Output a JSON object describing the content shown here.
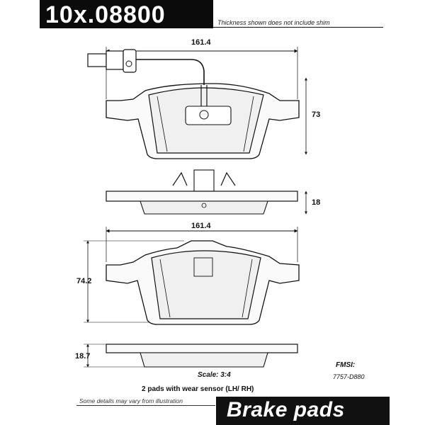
{
  "header": {
    "part_number": "10x.08800",
    "shim_note": "Thickness shown does not include shim"
  },
  "dimensions": {
    "width_top": "161.4",
    "height_top": "73",
    "thickness_top": "18",
    "width_bottom": "161.4",
    "height_bottom": "74.2",
    "thickness_bottom": "18.7"
  },
  "fmsi": {
    "label": "FMSI:",
    "code": "7757-D880"
  },
  "scale": "Scale: 3:4",
  "pads_note": "2 pads with wear sensor (LH/ RH)",
  "disclaimer": "Some details may vary from illustration",
  "banner": "Brake pads",
  "colors": {
    "ink": "#111111",
    "pad_fill": "#f2f2f2",
    "banner": "#111111"
  }
}
